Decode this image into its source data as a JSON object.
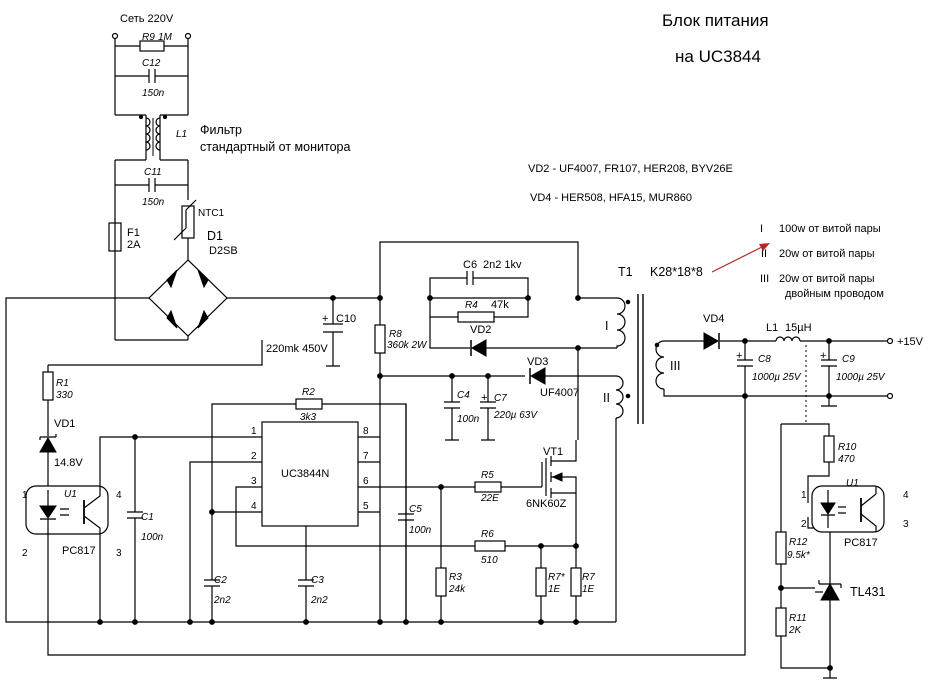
{
  "title": {
    "line1": "Блок питания",
    "line2": "на UC3844"
  },
  "mains": "Сеть 220V",
  "filter": {
    "line1": "Фильтр",
    "line2": "стандартный от монитора"
  },
  "notes": {
    "vd2": "VD2 - UF4007, FR107, HER208, BYV26E",
    "vd4": "VD4 - HER508, HFA15, MUR860"
  },
  "transformer": {
    "name": "T1",
    "core": "K28*18*8",
    "windings": [
      {
        "roman": "I",
        "text": "100w от витой пары",
        "extra": ""
      },
      {
        "roman": "II",
        "text": "20w от витой пары",
        "extra": ""
      },
      {
        "roman": "III",
        "text": "20w от витой пары",
        "extra": "двойным проводом"
      }
    ],
    "wlabel_I": "I",
    "wlabel_II": "II",
    "wlabel_III": "III"
  },
  "output": "+15V",
  "ic": {
    "name": "UC3844N",
    "pins": [
      "1",
      "2",
      "3",
      "4",
      "5",
      "6",
      "7",
      "8"
    ]
  },
  "parts": {
    "R9": {
      "ref": "R9",
      "val": "1M"
    },
    "C12": {
      "ref": "C12",
      "val": "150n"
    },
    "L1a": {
      "ref": "L1"
    },
    "C11": {
      "ref": "C11",
      "val": "150n"
    },
    "F1": {
      "ref": "F1",
      "val": "2A"
    },
    "NTC1": {
      "ref": "NTC1"
    },
    "D1": {
      "ref": "D1",
      "val": "D2SB"
    },
    "C10": {
      "ref": "C10",
      "val": "220mk 450V"
    },
    "C6": {
      "ref": "C6",
      "val": "2n2 1kv"
    },
    "R4": {
      "ref": "R4",
      "val": "47k"
    },
    "VD2": {
      "ref": "VD2"
    },
    "R8": {
      "ref": "R8",
      "val": "360k 2W"
    },
    "VD3": {
      "ref": "VD3",
      "val": "UF4007"
    },
    "C4": {
      "ref": "C4",
      "val": "100n"
    },
    "C7": {
      "ref": "C7",
      "val": "220µ 63V"
    },
    "R1": {
      "ref": "R1",
      "val": "330"
    },
    "VD1": {
      "ref": "VD1",
      "val": "14.8V"
    },
    "U1a": {
      "ref": "U1",
      "val": "PC817",
      "p1": "1",
      "p2": "2",
      "p3": "3",
      "p4": "4"
    },
    "C1": {
      "ref": "C1",
      "val": "100n"
    },
    "R2": {
      "ref": "R2",
      "val": "3k3"
    },
    "C5": {
      "ref": "C5",
      "val": "100n"
    },
    "R5": {
      "ref": "R5",
      "val": "22E"
    },
    "VT1": {
      "ref": "VT1",
      "val": "6NK60Z"
    },
    "R6": {
      "ref": "R6",
      "val": "510"
    },
    "C2": {
      "ref": "C2",
      "val": "2n2"
    },
    "C3": {
      "ref": "C3",
      "val": "2n2"
    },
    "R3": {
      "ref": "R3",
      "val": "24k"
    },
    "R7a": {
      "ref": "R7*",
      "val": "1E"
    },
    "R7b": {
      "ref": "R7",
      "val": "1E"
    },
    "VD4": {
      "ref": "VD4"
    },
    "L1b": {
      "ref": "L1",
      "val": "15µH"
    },
    "C8": {
      "ref": "C8",
      "val": "1000µ 25V"
    },
    "C9": {
      "ref": "C9",
      "val": "1000µ 25V"
    },
    "R10": {
      "ref": "R10",
      "val": "470"
    },
    "U1b": {
      "ref": "U1",
      "val": "PC817",
      "p1": "1",
      "p2": "2",
      "p3": "3",
      "p4": "4"
    },
    "R12": {
      "ref": "R12",
      "val": "9.5k*"
    },
    "TL431": {
      "ref": "TL431"
    },
    "R11": {
      "ref": "R11",
      "val": "2K"
    }
  },
  "colors": {
    "ink": "#000000",
    "arrow": "#c0202a"
  }
}
